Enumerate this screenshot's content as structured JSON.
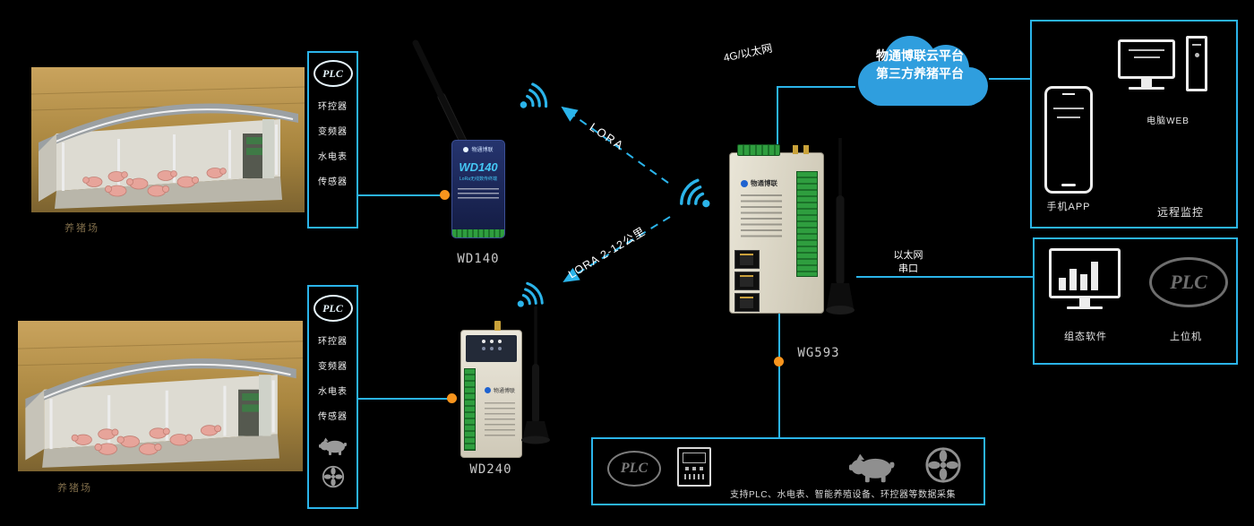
{
  "colors": {
    "background": "#000000",
    "accent": "#2bb4ea",
    "orange": "#f7941d",
    "cloud_blue": "#2f9ede"
  },
  "logos": {
    "plc": "PLC"
  },
  "cloud": {
    "line1": "物通博联云平台",
    "line2": "第三方养猪平台"
  },
  "labels": {
    "lora_top": "LORA",
    "lora_bottom": "LORA 2-12公里",
    "wan": "4G/以太网",
    "local_link_line1": "以太网",
    "local_link_line2": "串口"
  },
  "farms": {
    "top_caption": "养猪场",
    "bottom_caption": "养猪场"
  },
  "collector_boxes": {
    "top": {
      "items": [
        "环控器",
        "变频器",
        "水电表",
        "传感器"
      ]
    },
    "bottom": {
      "items": [
        "环控器",
        "变频器",
        "水电表",
        "传感器"
      ]
    }
  },
  "devices": {
    "wd140": {
      "name": "WD140",
      "brand": "物通博联",
      "screen_title": "WD140",
      "screen_sub": "LoRa无线数传终端"
    },
    "wd240": {
      "name": "WD240",
      "brand": "物通博联"
    },
    "wg593": {
      "name": "WG593",
      "brand": "物通博联"
    }
  },
  "remote_box": {
    "phone_label": "手机APP",
    "pc_label": "电脑WEB",
    "caption": "远程监控"
  },
  "local_box": {
    "label_software": "组态软件",
    "label_host": "上位机"
  },
  "bottom_box": {
    "caption": "支持PLC、水电表、智能养殖设备、环控器等数据采集"
  }
}
